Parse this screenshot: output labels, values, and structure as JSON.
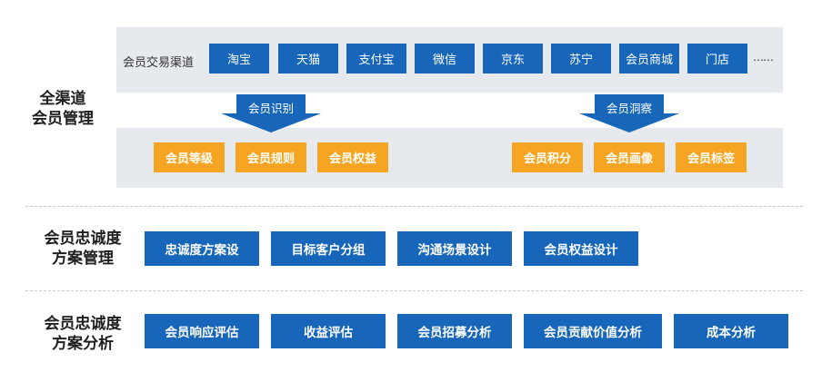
{
  "section1": {
    "label_line1": "全渠道",
    "label_line2": "会员管理",
    "channel_row_label": "会员交易渠道",
    "channels": [
      "淘宝",
      "天猫",
      "支付宝",
      "微信",
      "京东",
      "苏宁",
      "会员商城",
      "门店"
    ],
    "ellipsis": "……",
    "arrow_left": "会员识别",
    "arrow_right": "会员洞察",
    "orange_left": [
      "会员等级",
      "会员规则",
      "会员权益"
    ],
    "orange_right": [
      "会员积分",
      "会员画像",
      "会员标签"
    ]
  },
  "section2": {
    "label_line1": "会员忠诚度",
    "label_line2": "方案管理",
    "items": [
      "忠诚度方案设",
      "目标客户分组",
      "沟通场景设计",
      "会员权益设计"
    ]
  },
  "section3": {
    "label_line1": "会员忠诚度",
    "label_line2": "方案分析",
    "items": [
      "会员响应评估",
      "收益评估",
      "会员招募分析",
      "会员贡献价值分析",
      "成本分析"
    ]
  },
  "colors": {
    "blue": "#1766ba",
    "orange": "#f6a522",
    "panel": "#e6e9ee"
  }
}
